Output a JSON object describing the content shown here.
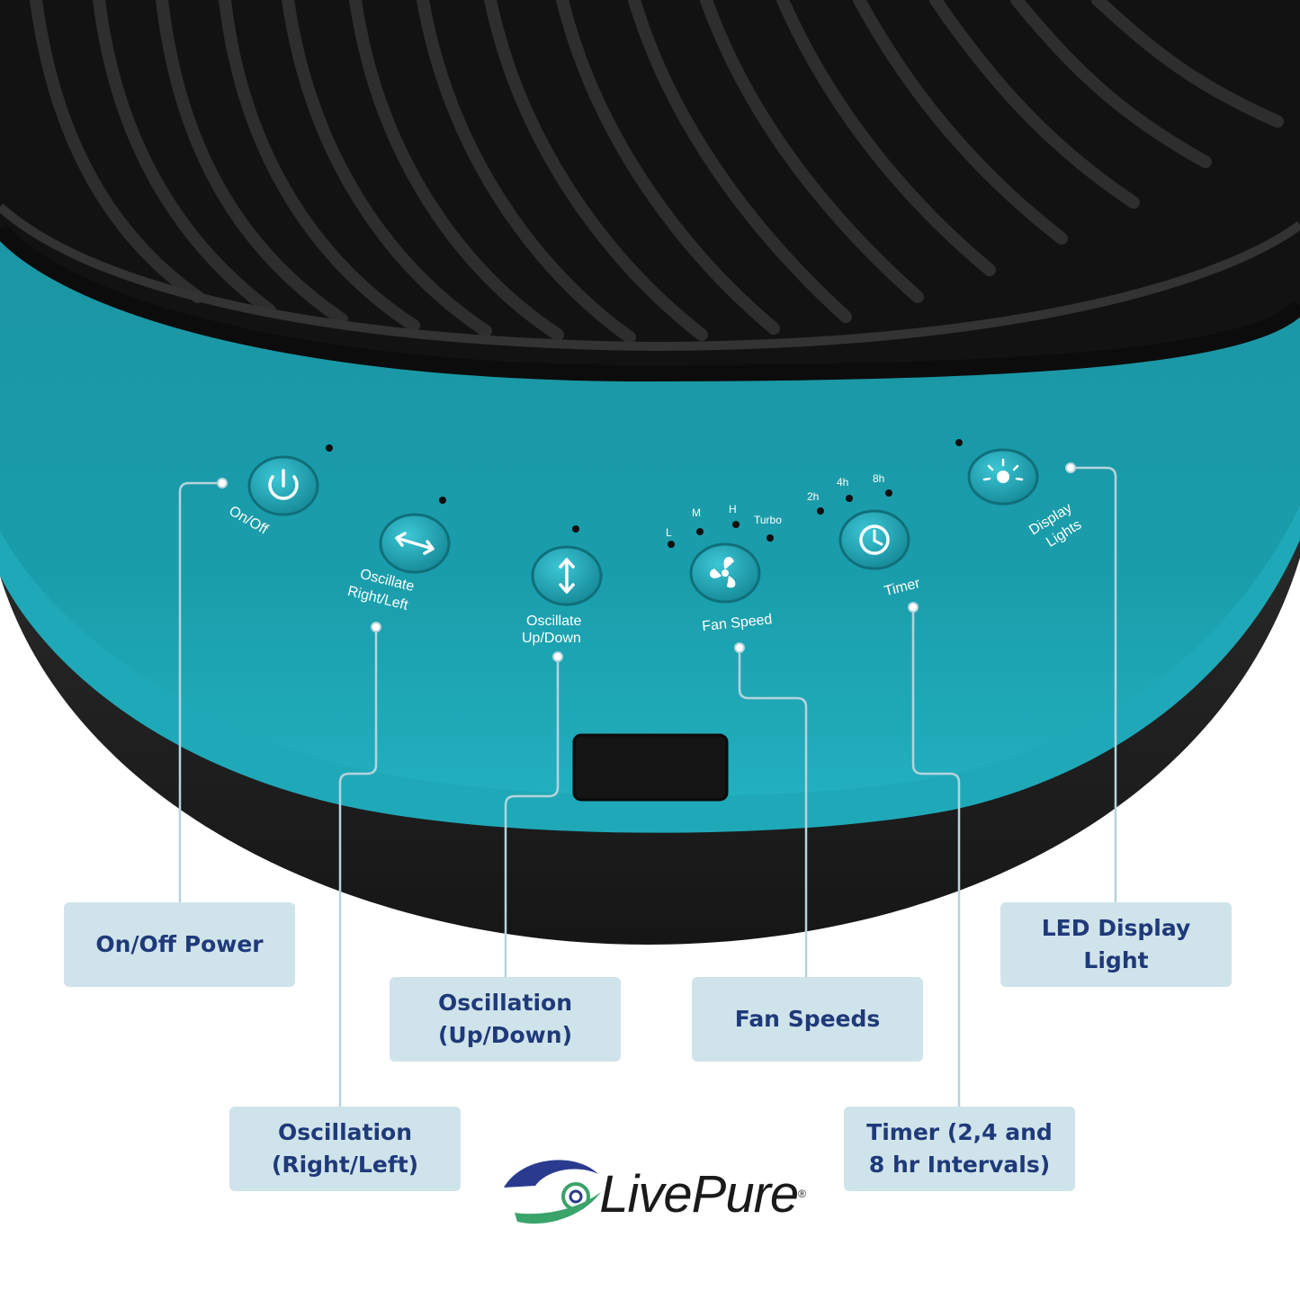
{
  "panel": {
    "on_off_label": "On/Off",
    "osc_rl_label": [
      "Oscillate",
      "Right/Left"
    ],
    "osc_ud_label": [
      "Oscillate",
      "Up/Down"
    ],
    "fan_speed_label": "Fan Speed",
    "timer_label": "Timer",
    "display_label": [
      "Display",
      "Lights"
    ],
    "speed_levels": [
      "L",
      "M",
      "H",
      "Turbo"
    ],
    "timer_levels": [
      "2h",
      "4h",
      "8h"
    ]
  },
  "callouts": {
    "on_off": [
      "On/Off Power"
    ],
    "osc_up_down": [
      "Oscillation",
      "(Up/Down)"
    ],
    "fan_speeds": [
      "Fan Speeds"
    ],
    "led_display": [
      "LED Display",
      "Light"
    ],
    "osc_right_left": [
      "Oscillation",
      "(Right/Left)"
    ],
    "timer": [
      "Timer (2,4 and",
      "8 hr Intervals)"
    ]
  },
  "logo": {
    "text": "LivePure",
    "mark": "®"
  },
  "colors": {
    "teal": "#1a9ba9",
    "teal_light": "#28b2c2",
    "black": "#1c1c1c",
    "callout_bg": "#cfe3ea",
    "callout_text": "#1f3a7a",
    "leader": "#b6d3dc"
  }
}
